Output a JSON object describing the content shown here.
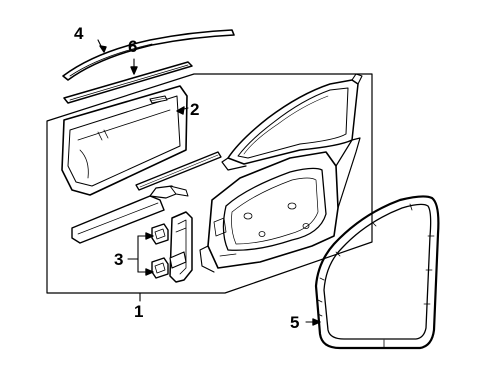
{
  "diagram": {
    "type": "exploded-parts-diagram",
    "colors": {
      "line": "#000000",
      "background": "#ffffff"
    },
    "callouts": [
      {
        "id": "1",
        "label": "1"
      },
      {
        "id": "2",
        "label": "2"
      },
      {
        "id": "3",
        "label": "3"
      },
      {
        "id": "4",
        "label": "4"
      },
      {
        "id": "5",
        "label": "5"
      },
      {
        "id": "6",
        "label": "6"
      }
    ]
  }
}
